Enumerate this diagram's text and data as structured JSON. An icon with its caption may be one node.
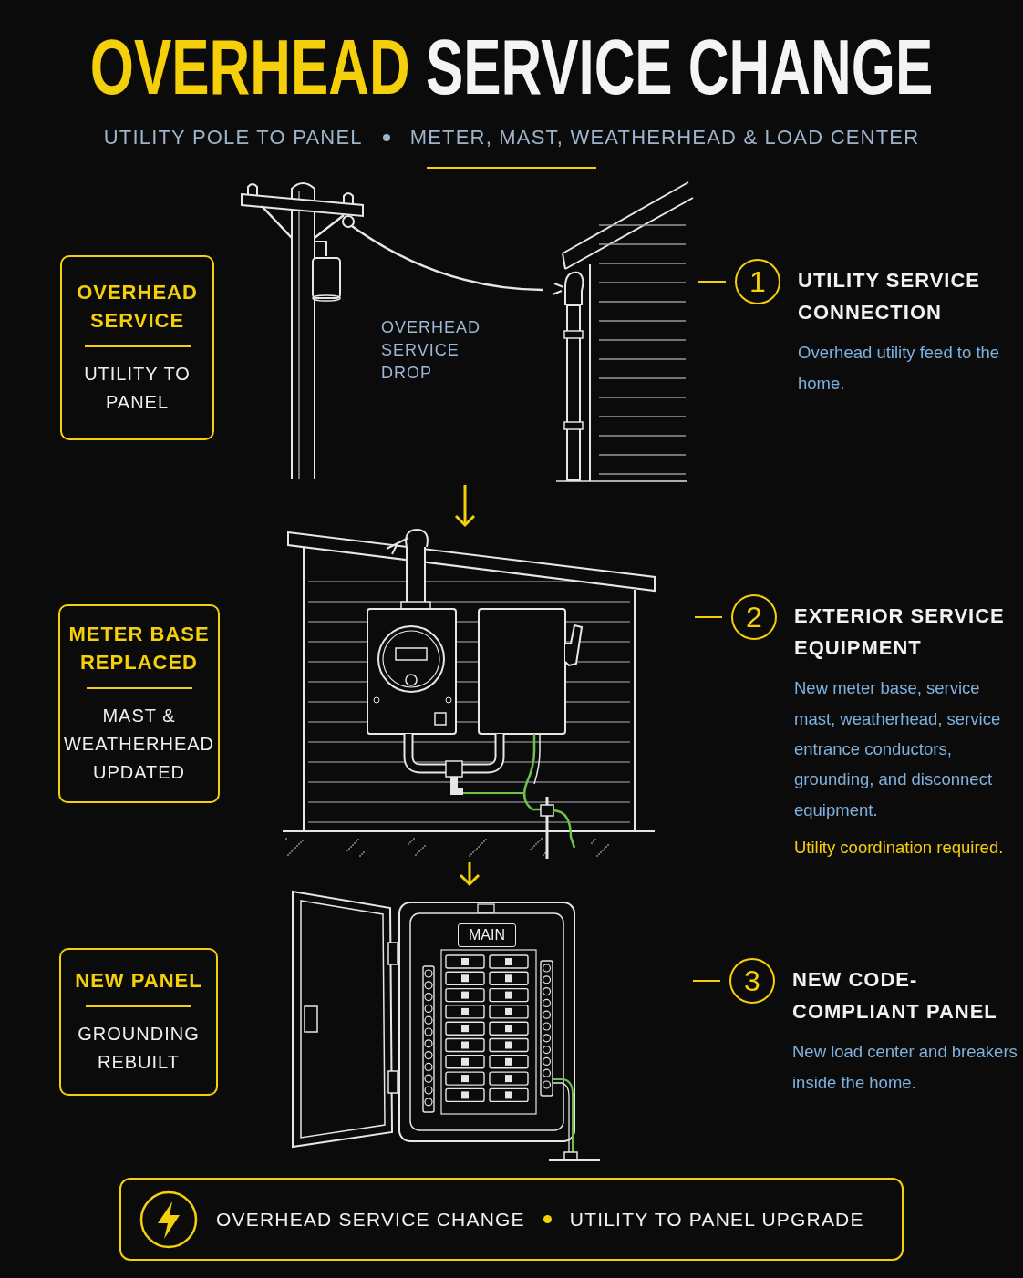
{
  "diagram": {
    "title": "OVERHEAD SERVICE CHANGE",
    "nodes": [
      {
        "text": [
          "OVERHEAD SERVICE",
          "UTILITY TO PANEL"
        ]
      },
      {
        "text": [
          "METER BASE REPLACED",
          "MAST & WEATHERHEAD UPDATED"
        ]
      },
      {
        "text": [
          "NEW PANEL",
          "GROUNDING REBUILT"
        ]
      },
      {
        "text": [],
        "shape": "picture"
      },
      {
        "text": [],
        "shape": "picture"
      },
      {
        "text": [],
        "shape": "picture"
      },
      {
        "text": [
          "1"
        ],
        "beside": [
          "UTILITY SERVICE CONNECTION",
          "Overhead utility feed to the home."
        ]
      },
      {
        "text": [
          "2"
        ],
        "beside": [
          "EXTERIOR SERVICE EQUIPMENT",
          "New meter base, service mast, weatherhead, service entrance conductors, grounding, and disconnect equipment.",
          "Utility coordination required."
        ]
      },
      {
        "text": [
          "3"
        ],
        "beside": [
          "NEW CODE-COMPLIANT PANEL",
          "New load center and breakers inside the home."
        ]
      },
      {
        "text": [
          "OVERHEAD SERVICE CHANGE",
          "UTILITY TO PANEL UPGRADE"
        ]
      }
    ],
    "edges": [
      {
        "from": 3,
        "to": 4,
        "arrow": "to"
      },
      {
        "from": 4,
        "to": 5,
        "arrow": "to"
      }
    ],
    "labels": [
      "UTILITY POLE TO PANEL",
      "METER, MAST, WEATHERHEAD & LOAD CENTER",
      "OVERHEAD SERVICE DROP",
      "MAIN"
    ]
  }
}
